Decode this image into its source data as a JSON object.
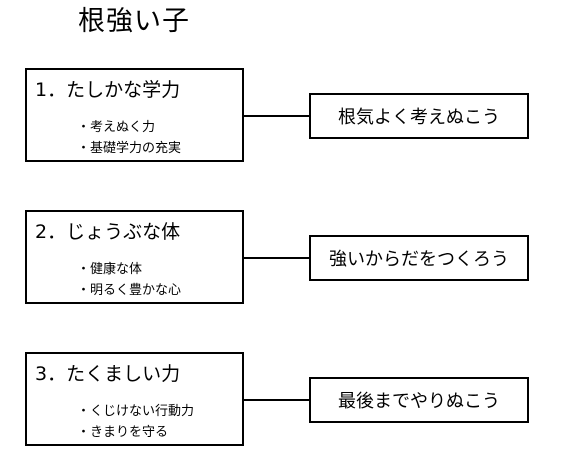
{
  "title": "根強い子",
  "items": [
    {
      "heading": "1．たしかな学力",
      "points": [
        "・考えぬく力",
        "・基礎学力の充実"
      ],
      "motto": "根気よく考えぬこう"
    },
    {
      "heading": "2．じょうぶな体",
      "points": [
        "・健康な体",
        "・明るく豊かな心"
      ],
      "motto": "強いからだをつくろう"
    },
    {
      "heading": "3．たくましい力",
      "points": [
        "・くじけない行動力",
        "・きまりを守る"
      ],
      "motto": "最後までやりぬこう"
    }
  ]
}
